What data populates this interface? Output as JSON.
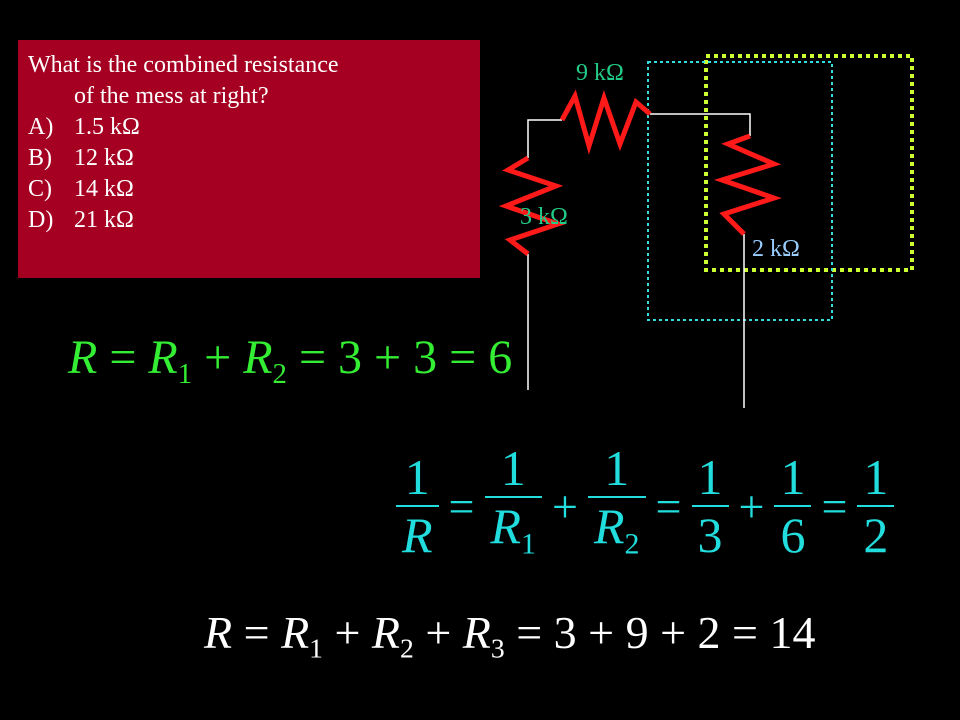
{
  "question": {
    "line1": "What is the combined resistance",
    "line2": "of the mess at right?",
    "options": [
      {
        "letter": "A)",
        "text": "1.5 kΩ"
      },
      {
        "letter": "B)",
        "text": "12  kΩ"
      },
      {
        "letter": "C)",
        "text": "14  kΩ"
      },
      {
        "letter": "D)",
        "text": "21 kΩ"
      }
    ]
  },
  "circuit": {
    "labels": {
      "r_9k": "9 kΩ",
      "r_3k": "3 kΩ",
      "r_2k": "2 kΩ"
    },
    "colors": {
      "resistor": "#ff1a1a",
      "wire": "#ffffff",
      "inner_box": "#33dddd",
      "outer_box": "#ccff33",
      "label_9k": "#22cc88",
      "label_3k": "#22cc88",
      "label_2k": "#99ccff"
    }
  },
  "equations": {
    "series_pair": {
      "lhs": "R",
      "r1": "R",
      "r1_sub": "1",
      "r2": "R",
      "r2_sub": "2",
      "a": "3",
      "b": "3",
      "result": "6"
    },
    "parallel": {
      "one": "1",
      "R": "R",
      "R1": "R",
      "R1_sub": "1",
      "R2": "R",
      "R2_sub": "2",
      "d1": "3",
      "d2": "6",
      "d3": "2"
    },
    "series_total": {
      "lhs": "R",
      "r1": "R",
      "r1_sub": "1",
      "r2": "R",
      "r2_sub": "2",
      "r3": "R",
      "r3_sub": "3",
      "a": "3",
      "b": "9",
      "c": "2",
      "result": "14"
    },
    "colors": {
      "series_pair": "#33ee33",
      "parallel": "#22dddd",
      "series_total": "#ffffff"
    }
  }
}
